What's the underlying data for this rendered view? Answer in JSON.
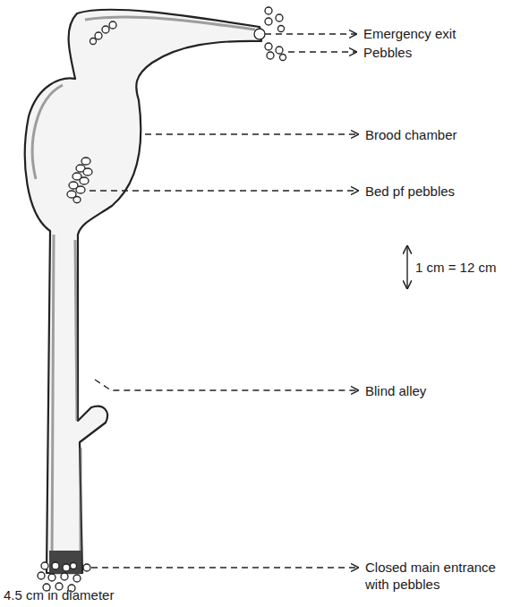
{
  "diagram": {
    "labels": [
      "Emergency exit",
      "Pebbles",
      "Brood chamber",
      "Bed pf pebbles",
      "1 cm = 12 cm",
      "Blind alley",
      "Closed main entrance with pebbles",
      "4.5 cm in diameter"
    ]
  }
}
